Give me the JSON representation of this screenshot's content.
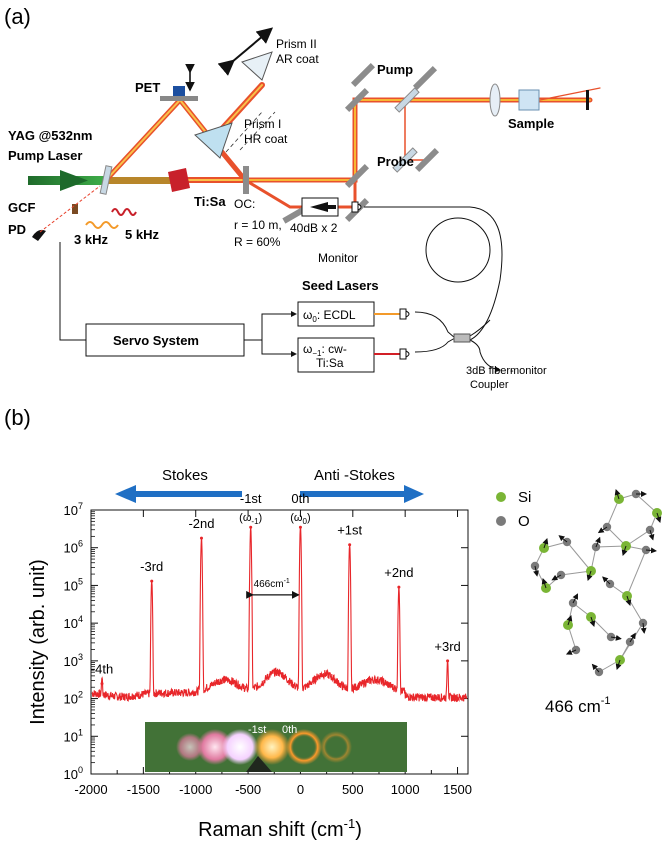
{
  "panel_a": {
    "label": "(a)",
    "pet": "PET",
    "prism2_line1": "Prism II",
    "prism2_line2": "AR coat",
    "prism1_line1": "Prism I",
    "prism1_line2": "HR coat",
    "pump": "Pump",
    "probe": "Probe",
    "sample": "Sample",
    "yag_line1": "YAG @532nm",
    "yag_line2": "Pump Laser",
    "gcf": "GCF",
    "pd": "PD",
    "tisa": "Ti:Sa",
    "freq1": "3 kHz",
    "freq2": "5 kHz",
    "oc_line1": "OC:",
    "oc_line2": "r = 10 m,",
    "oc_line3": "R = 60%",
    "isolator": "40dB x 2",
    "monitor1": "Monitor",
    "seed_lasers": "Seed Lasers",
    "servo": "Servo System",
    "ecdl_omega": "ω",
    "ecdl_sub": "0",
    "ecdl_rest": ": ECDL",
    "cw_omega": "ω",
    "cw_sub": "−1",
    "cw_rest": ": cw-",
    "cw_line2": "Ti:Sa",
    "coupler_line1": "3dB fiber-",
    "coupler_line2": "Coupler",
    "monitor2": "monitor"
  },
  "panel_b": {
    "label": "(b)",
    "stokes": "Stokes",
    "anti_stokes": "Anti -Stokes",
    "legend_si": "Si",
    "legend_o": "O",
    "mode_base": "466 cm",
    "mode_exp": "-1",
    "inset_m1": "-1st",
    "inset_0": "0th",
    "colors": {
      "spectrum": "#e8262a",
      "arrow": "#1f6fc4",
      "si": "#7ab535",
      "o": "#7a7a7a"
    }
  },
  "chart_data": {
    "type": "line",
    "xlabel_base": "Raman shift (cm",
    "xlabel_exp": "-1",
    "xlabel_end": ")",
    "ylabel": "Intensity (arb. unit)",
    "xlim": [
      -2000,
      1600
    ],
    "ylog": true,
    "ylim_exp": [
      0,
      7
    ],
    "x_ticks": [
      "-2000",
      "-1500",
      "-1000",
      "-500",
      "0",
      "500",
      "1000",
      "1500"
    ],
    "y_tick_exps": [
      "0",
      "1",
      "2",
      "3",
      "4",
      "5",
      "6",
      "7"
    ],
    "y_tick_base": "10",
    "spacing_label_base": "466cm",
    "spacing_label_exp": "-1",
    "peaks": [
      {
        "label": "-4th",
        "x": -1895,
        "y": 250
      },
      {
        "label": "-3rd",
        "x": -1420,
        "y": 130000
      },
      {
        "label": "-2nd",
        "x": -945,
        "y": 1800000
      },
      {
        "label": "-1st",
        "sub_omega": "(ω",
        "sub_idx": "-1",
        "sub_end": ")",
        "x": -475,
        "y": 3500000
      },
      {
        "label": "0th",
        "sub_omega": "(ω",
        "sub_idx": "0",
        "sub_end": ")",
        "x": 0,
        "y": 3500000
      },
      {
        "label": "+1st",
        "x": 470,
        "y": 1200000
      },
      {
        "label": "+2nd",
        "x": 940,
        "y": 90000
      },
      {
        "label": "+3rd",
        "x": 1405,
        "y": 1000
      }
    ]
  }
}
